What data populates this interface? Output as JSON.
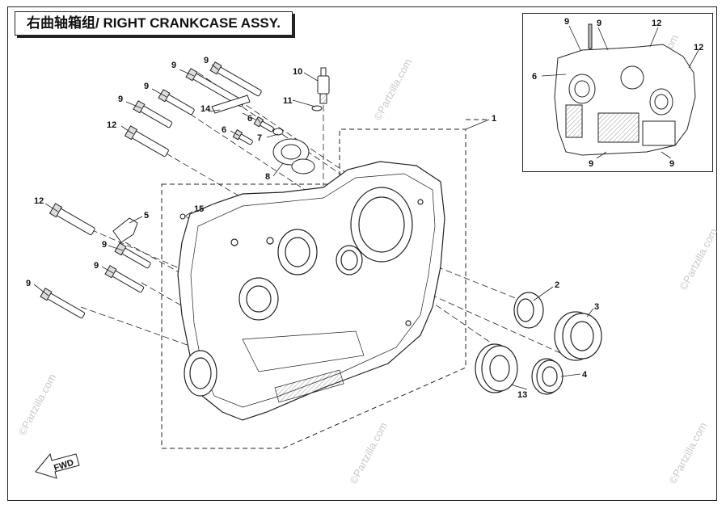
{
  "title": "右曲轴箱组/ RIGHT CRANKCASE ASSY.",
  "fwd_label": "FWD",
  "watermark_text": "©Partzilla.com",
  "watermark_color": "#c9c9c9",
  "line_color": "#222222",
  "main_callouts": [
    {
      "id": "c9a",
      "label": "9"
    },
    {
      "id": "c9b",
      "label": "9"
    },
    {
      "id": "c9c",
      "label": "9"
    },
    {
      "id": "c9d",
      "label": "9"
    },
    {
      "id": "c12a",
      "label": "12"
    },
    {
      "id": "c14",
      "label": "14"
    },
    {
      "id": "c10",
      "label": "10"
    },
    {
      "id": "c11",
      "label": "11"
    },
    {
      "id": "c6a",
      "label": "6"
    },
    {
      "id": "c7",
      "label": "7"
    },
    {
      "id": "c6b",
      "label": "6"
    },
    {
      "id": "c8",
      "label": "8"
    },
    {
      "id": "c1",
      "label": "1"
    },
    {
      "id": "c12b",
      "label": "12"
    },
    {
      "id": "c15",
      "label": "15"
    },
    {
      "id": "c5",
      "label": "5"
    },
    {
      "id": "c9e",
      "label": "9"
    },
    {
      "id": "c9f",
      "label": "9"
    },
    {
      "id": "c9g",
      "label": "9"
    },
    {
      "id": "c2",
      "label": "2"
    },
    {
      "id": "c3",
      "label": "3"
    },
    {
      "id": "c4",
      "label": "4"
    },
    {
      "id": "c13",
      "label": "13"
    }
  ],
  "inset_callouts": [
    {
      "id": "i9a",
      "label": "9"
    },
    {
      "id": "i9b",
      "label": "9"
    },
    {
      "id": "i12a",
      "label": "12"
    },
    {
      "id": "i12b",
      "label": "12"
    },
    {
      "id": "i6",
      "label": "6"
    },
    {
      "id": "i9c",
      "label": "9"
    },
    {
      "id": "i9d",
      "label": "9"
    }
  ]
}
